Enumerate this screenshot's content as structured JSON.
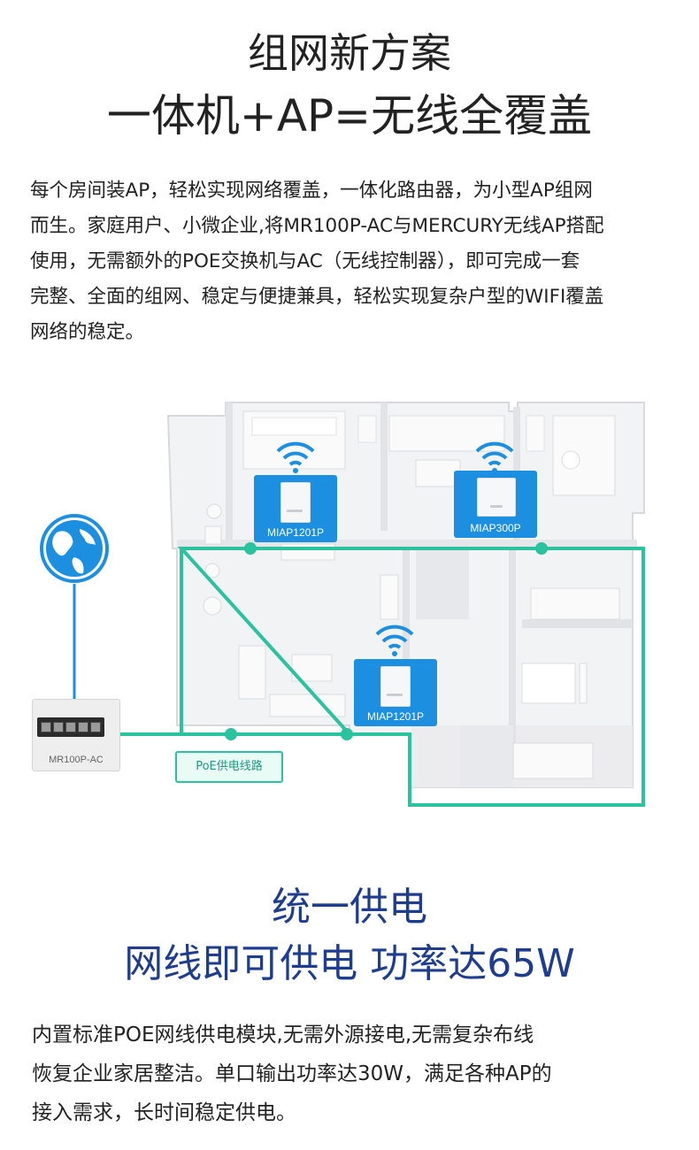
{
  "header": {
    "title_line1": "组网新方案",
    "title_line2": "一体机+AP=无线全覆盖"
  },
  "intro": {
    "lines": [
      "每个房间装AP，轻松实现网络覆盖，一体化路由器，为小型AP组网",
      "而生。家庭用户、小微企业,将MR100P-AC与MERCURY无线AP搭配",
      "使用，无需额外的POE交换机与AC（无线控制器），即可完成一套",
      "完整、全面的组网、稳定与便捷兼具，轻松实现复杂户型的WIFI覆盖",
      "网络的稳定。"
    ]
  },
  "diagram": {
    "switch_label": "MR100P-AC",
    "ap_labels": [
      "MIAP1201P",
      "MIAP300P",
      "MIAP1201P"
    ],
    "poe_label": "PoE供电线路",
    "colors": {
      "poe_line": "#2bc2a0",
      "uplink_line": "#1d8fe0",
      "ap_box": "#1d8fe0"
    }
  },
  "section2": {
    "title_line1": "统一供电",
    "title_line2": "网线即可供电  功率达65W",
    "lines": [
      "内置标准POE网线供电模块,无需外源接电,无需复杂布线",
      "恢复企业家居整洁。单口输出功率达30W，满足各种AP的",
      "接入需求，长时间稳定供电。"
    ]
  },
  "icons": [
    "globe-icon",
    "wifi-icon"
  ]
}
